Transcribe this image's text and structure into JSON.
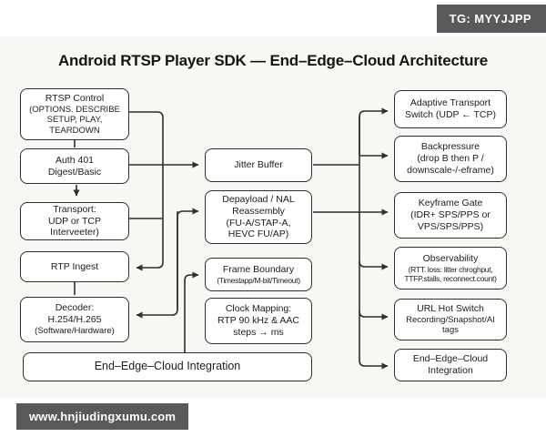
{
  "title": "Android RTSP Player SDK — End–Edge–Cloud Architecture",
  "badges": {
    "telegram": "TG: MYYJJPP",
    "website": "www.hnjiudingxumu.com"
  },
  "colors": {
    "canvas_bg": "#f8f7f4",
    "box_border": "#2e2e2e",
    "badge_bg": "#59595c",
    "text": "#1c1c1c"
  },
  "boxes": {
    "rtsp_control": {
      "lines": [
        "RTSP Control",
        "(OPTIONS. DESCRIBE",
        "SETUP, PLAY, TEARDOWN"
      ]
    },
    "auth": {
      "lines": [
        "Auth 401",
        "Digest/Basic"
      ]
    },
    "transport": {
      "lines": [
        "Transport:",
        "UDP or TCP Interveeter)"
      ]
    },
    "rtp_ingest": {
      "lines": [
        "RTP Ingest"
      ]
    },
    "decoder": {
      "lines": [
        "Decoder:",
        "H.254/H.265",
        "(Software/Hardware)"
      ]
    },
    "jitter": {
      "lines": [
        "Jitter Buffer"
      ]
    },
    "depayload": {
      "lines": [
        "Depayload / NAL",
        "Reassembly",
        "(FU-A/STAP-A,",
        "HEVC FU/AP)"
      ]
    },
    "frame_boundary": {
      "lines": [
        "Frame Boundary",
        "(Timestapp/M-bit/Timeout)"
      ]
    },
    "clock_mapping": {
      "lines": [
        "Clock Mapping:",
        "RTP 90 kHz & AAC",
        "steps → ms"
      ]
    },
    "integration_bar": {
      "lines": [
        "End–Edge–Cloud Integration"
      ]
    },
    "adaptive": {
      "lines": [
        "Adaptive Transport",
        "Switch (UDP ← TCP)"
      ]
    },
    "backpressure": {
      "lines": [
        "Backpressure",
        "(drop B then P /",
        "downscale-/-eframe)"
      ]
    },
    "keyframe": {
      "lines": [
        "Keyframe Gate",
        "(IDR+ SPS/PPS or",
        "VPS/SPS/PPS)"
      ]
    },
    "observability": {
      "lines": [
        "Observability",
        "(RTT. loss: litter chroghput,",
        "TTFP.stalls, reconnect.count)"
      ]
    },
    "url_hot_switch": {
      "lines": [
        "URL Hot Switch",
        "Recording/Snapshot/AI tags"
      ]
    },
    "end_edge_cloud": {
      "lines": [
        "End–Edge–Cloud",
        "Integration"
      ]
    }
  }
}
